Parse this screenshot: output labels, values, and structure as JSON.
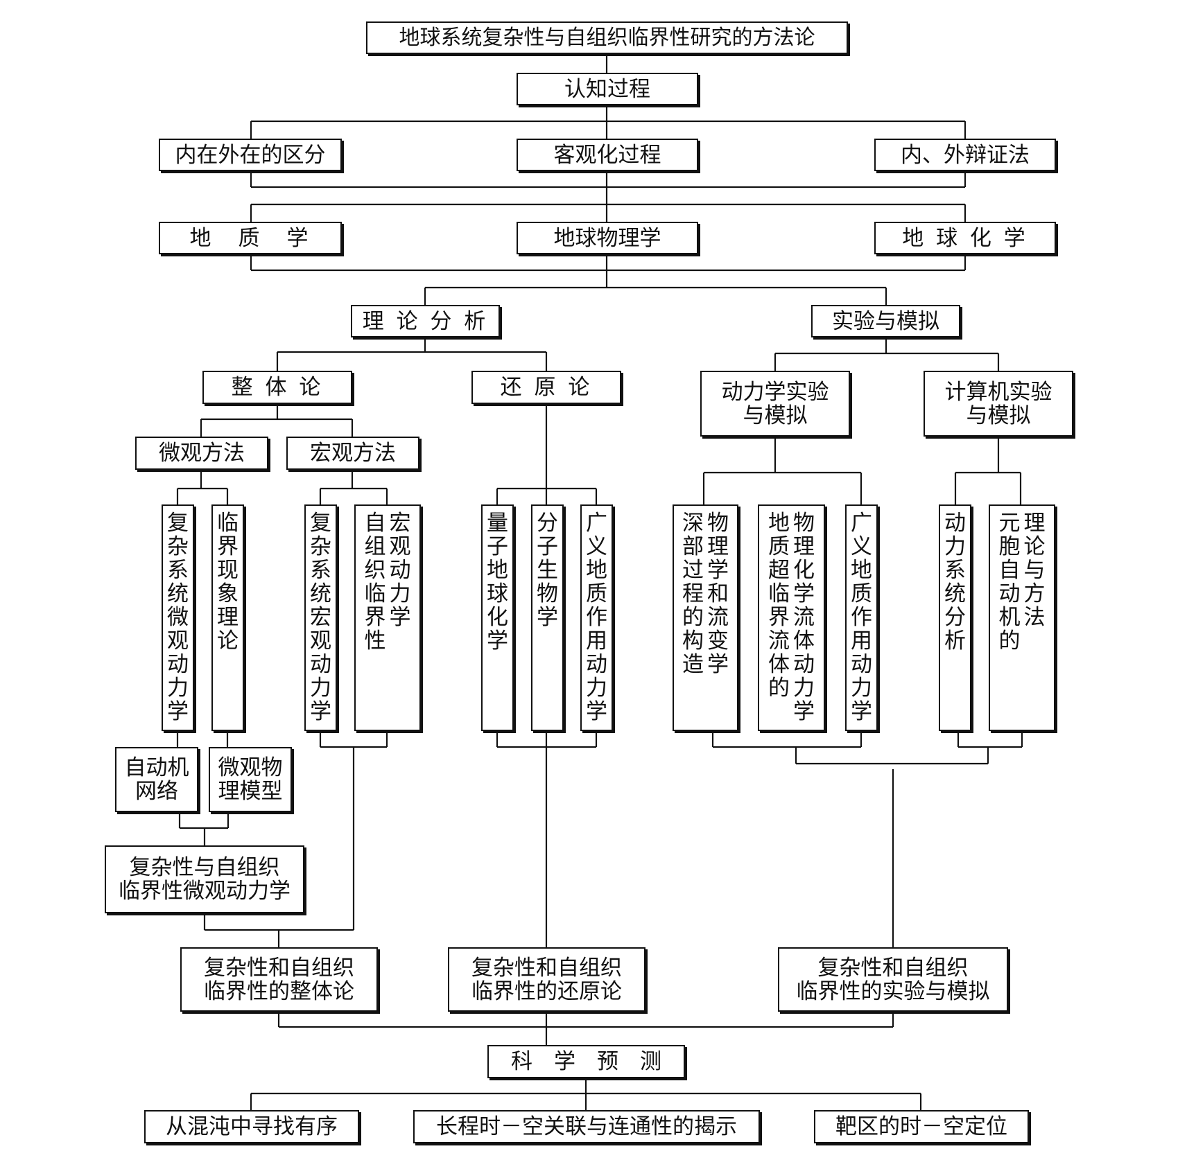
{
  "nodes": {
    "title": "地球系统复杂性与自组织临界性研究的方法论",
    "cognition": "认知过程",
    "inner_outer": "内在外在的区分",
    "objectification": "客观化过程",
    "dialectics": "内、外辩证法",
    "geology": "地　质　学",
    "geophysics": "地球物理学",
    "geochemistry": "地 球 化 学",
    "theory": "理 论 分 析",
    "experiment": "实验与模拟",
    "holism": "整 体 论",
    "reductionism": "还 原 论",
    "dyn_exp": "动力学实验\n与模拟",
    "comp_exp": "计算机实验\n与模拟",
    "micro_method": "微观方法",
    "macro_method": "宏观方法",
    "v_complex_micro": "复杂系统微观动力学",
    "v_critical_theory": "临界现象理论",
    "v_complex_macro": "复杂系统宏观动力学",
    "v_selforg_col1": "自组织临界性",
    "v_selforg_col2": "宏观动力学",
    "v_quantum": "量子地球化学",
    "v_molecular": "分子生物学",
    "v_general_geo": "广义地质作用动力学",
    "v_deep_col1": "深部过程的构造",
    "v_deep_col2": "物理学和流变学",
    "v_supercrit_col1": "地质超临界流体的",
    "v_supercrit_col2": "物理化学流体动力学",
    "v_general_geo2": "广义地质作用动力学",
    "v_dynsys": "动力系统分析",
    "v_cellular_col1": "元胞自动机的",
    "v_cellular_col2": "理论与方法",
    "automata_net": "自动机\n网络",
    "micro_phys_model": "微观物\n理模型",
    "micro_dyn": "复杂性与自组织\n临界性微观动力学",
    "res_holism": "复杂性和自组织\n临界性的整体论",
    "res_reduction": "复杂性和自组织\n临界性的还原论",
    "res_experiment": "复杂性和自组织\n临界性的实验与模拟",
    "prediction": "科　学　预　测",
    "order_chaos": "从混沌中寻找有序",
    "long_range": "长程时－空关联与连通性的揭示",
    "target_zone": "靶区的时－空定位"
  }
}
